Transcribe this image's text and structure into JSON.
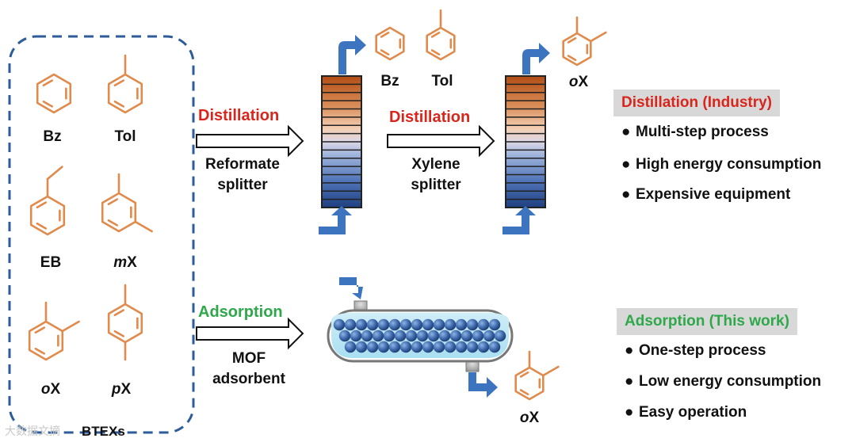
{
  "molecules": {
    "bz": "Bz",
    "tol": "Tol",
    "eb": "EB",
    "mx_prefix": "m",
    "mx_suffix": "X",
    "ox_prefix": "o",
    "ox_suffix": "X",
    "px_prefix": "p",
    "px_suffix": "X",
    "group_label": "BTEXs"
  },
  "distillation_path": {
    "step1_title": "Distillation",
    "step1_line1": "Reformate",
    "step1_line2": "splitter",
    "step1_products": [
      "Bz",
      "Tol"
    ],
    "step2_title": "Distillation",
    "step2_line1": "Xylene",
    "step2_line2": "splitter",
    "step2_product_prefix": "o",
    "step2_product_suffix": "X"
  },
  "adsorption_path": {
    "title": "Adsorption",
    "line1": "MOF",
    "line2": "adsorbent",
    "product_prefix": "o",
    "product_suffix": "X"
  },
  "industry_box": {
    "heading": "Distillation (Industry)",
    "bullets": [
      "Multi-step process",
      "High energy consumption",
      "Expensive equipment"
    ]
  },
  "this_work_box": {
    "heading": "Adsorption (This work)",
    "bullets": [
      "One-step process",
      "Low energy consumption",
      "Easy operation"
    ]
  },
  "bullet_symbol": "●",
  "watermark": "大数据文摘",
  "colors": {
    "molecule": "#e08a4c",
    "dashed_border": "#2e5c99",
    "flow_arrow": "#3d74bf",
    "red_title": "#d9261c",
    "green_title": "#2ea84a",
    "heading_bg": "#d8d8d8"
  }
}
